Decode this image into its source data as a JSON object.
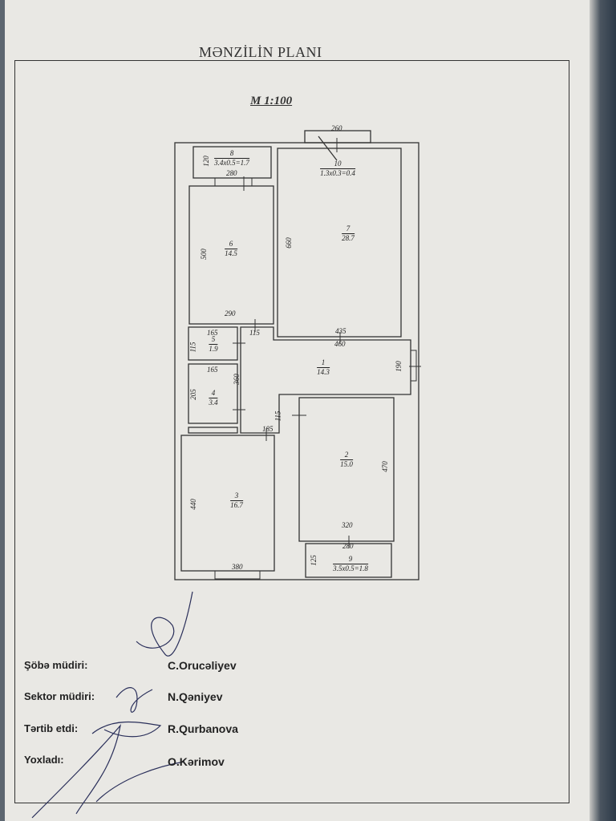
{
  "title": "MƏNZİLİN PLANI",
  "scale": "M 1:100",
  "rooms": [
    {
      "id": "1",
      "area": "14.3"
    },
    {
      "id": "2",
      "area": "15.0"
    },
    {
      "id": "3",
      "area": "16.7"
    },
    {
      "id": "4",
      "area": "3.4"
    },
    {
      "id": "5",
      "area": "1.9"
    },
    {
      "id": "6",
      "area": "14.5"
    },
    {
      "id": "7",
      "area": "28.7"
    },
    {
      "id": "8",
      "area": "3.4x0.5=1.7"
    },
    {
      "id": "9",
      "area": "3.5x0.5=1.8"
    },
    {
      "id": "10",
      "area": "1.3x0.3=0.4"
    }
  ],
  "dimensions": {
    "balcony10_width": "260",
    "balcony8_depth": "120",
    "room6_window": "280",
    "room6_height": "500",
    "room6_width": "290",
    "room7_height": "660",
    "room7_width": "435",
    "hall_width": "460",
    "hall_height": "190",
    "room5_width": "165",
    "room5_height": "115",
    "door_115": "115",
    "room4_width": "165",
    "room4_height": "205",
    "hall_360": "360",
    "hall_115b": "115",
    "hall_185": "185",
    "room3_height": "440",
    "room3_width": "380",
    "room2_height": "470",
    "room2_width": "320",
    "balcony9_window": "280",
    "balcony9_depth": "125"
  },
  "signatures": [
    {
      "label": "Şöbə müdiri:",
      "name": "C.Orucəliyev"
    },
    {
      "label": "Sektor müdiri:",
      "name": "N.Qəniyev"
    },
    {
      "label": "Tərtib etdi:",
      "name": "R.Qurbanova"
    },
    {
      "label": "Yoxladı:",
      "name": "O.Kərimov"
    }
  ]
}
